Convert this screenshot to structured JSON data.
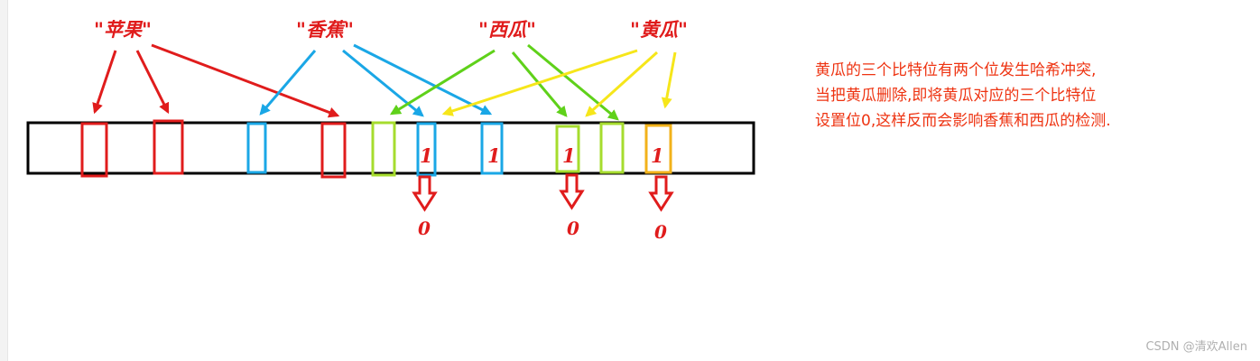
{
  "words": [
    {
      "label": "\"苹果\"",
      "color": "#e01c1c"
    },
    {
      "label": "\"香蕉\"",
      "color": "#1aa7e6"
    },
    {
      "label": "\"西瓜\"",
      "color": "#5fd11a"
    },
    {
      "label": "\"黄瓜\"",
      "color": "#f6e61a"
    }
  ],
  "bit_labels": [
    "1",
    "1",
    "1",
    "1"
  ],
  "reset_labels": [
    "0",
    "0",
    "0"
  ],
  "note": {
    "lines": [
      "黄瓜的三个比特位有两个位发生哈希冲突,",
      "当把黄瓜删除,即将黄瓜对应的三个比特位",
      "设置位0,这样反而会影响香蕉和西瓜的检测."
    ],
    "color": "#ee3311"
  },
  "watermark": "CSDN @清欢Allen",
  "colors": {
    "apple": "#e01c1c",
    "banana": "#1aa7e6",
    "watermelon": "#8fd62e",
    "cucumber": "#f6e61a",
    "cucumber_box": "#f2b21a",
    "arrow_down": "#e01c1c"
  }
}
